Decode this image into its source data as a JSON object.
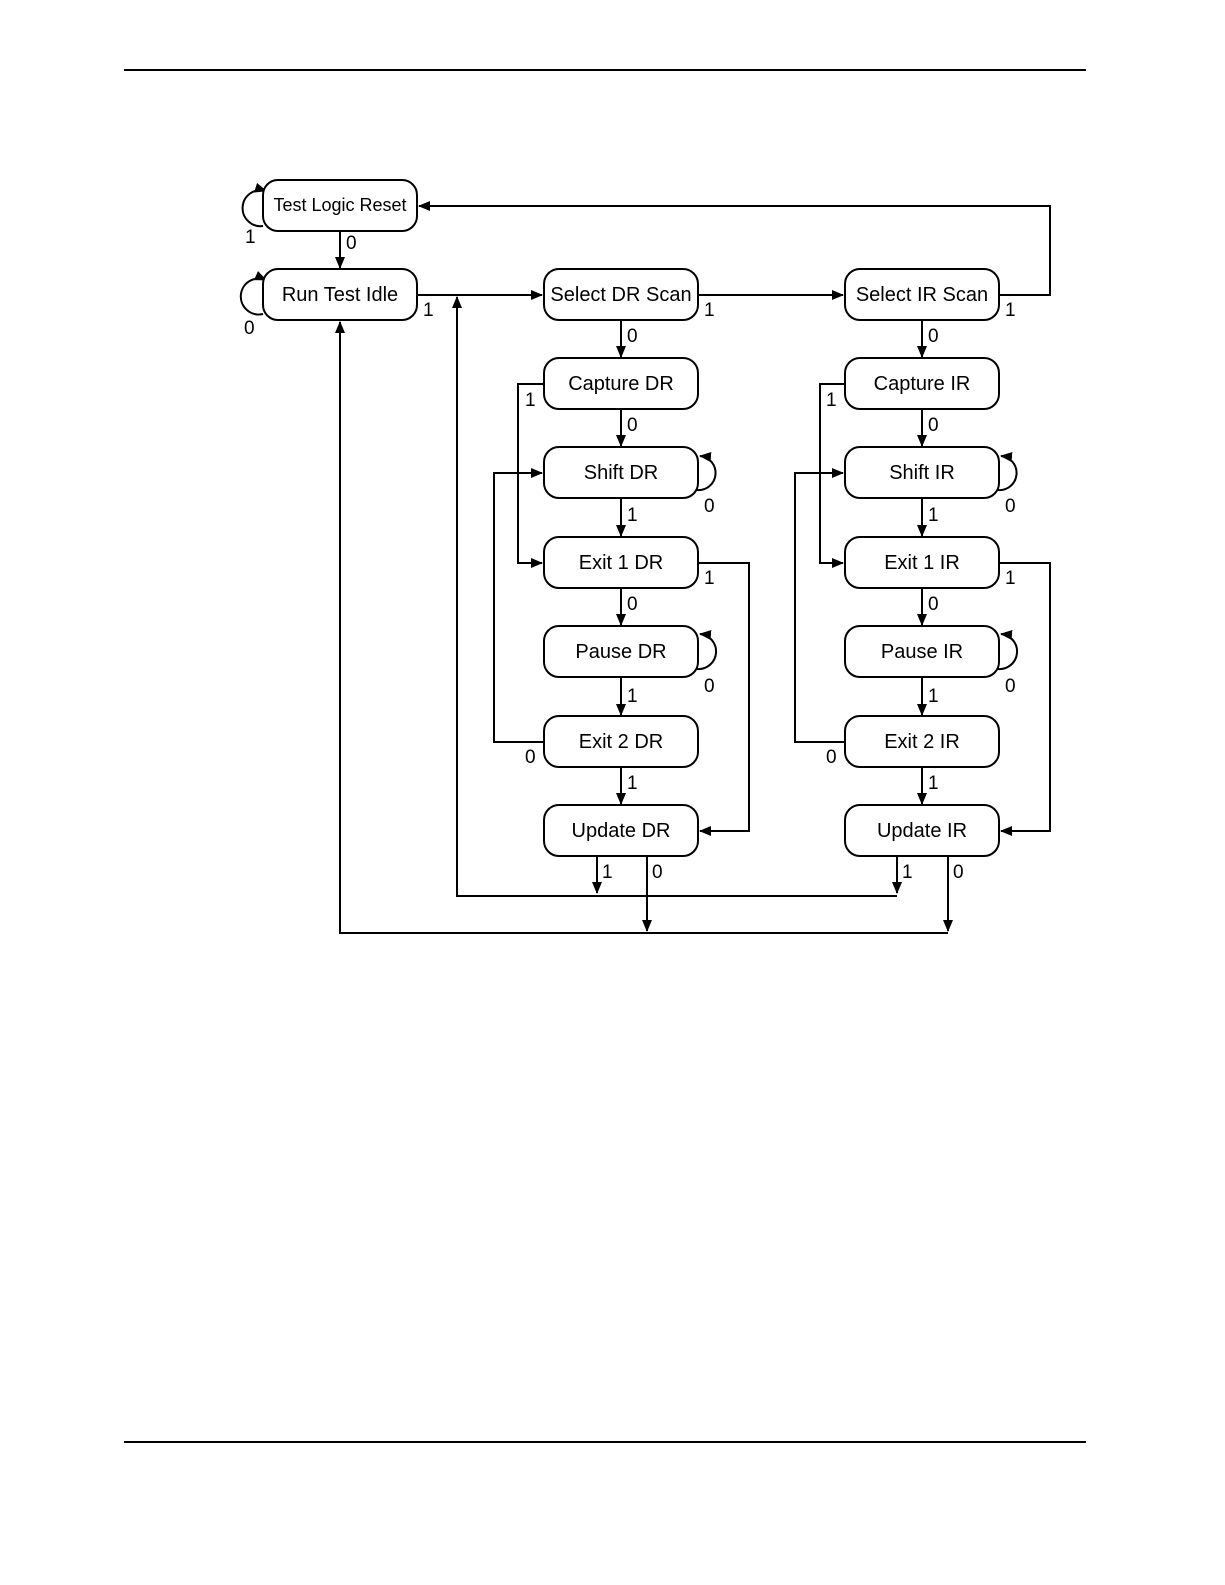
{
  "states": {
    "test_logic_reset": "Test Logic Reset",
    "run_test_idle": "Run Test Idle",
    "select_dr_scan": "Select DR Scan",
    "capture_dr": "Capture DR",
    "shift_dr": "Shift DR",
    "exit1_dr": "Exit 1 DR",
    "pause_dr": "Pause DR",
    "exit2_dr": "Exit 2 DR",
    "update_dr": "Update DR",
    "select_ir_scan": "Select IR Scan",
    "capture_ir": "Capture IR",
    "shift_ir": "Shift IR",
    "exit1_ir": "Exit 1 IR",
    "pause_ir": "Pause IR",
    "exit2_ir": "Exit 2 IR",
    "update_ir": "Update IR"
  },
  "bits": {
    "zero": "0",
    "one": "1"
  }
}
